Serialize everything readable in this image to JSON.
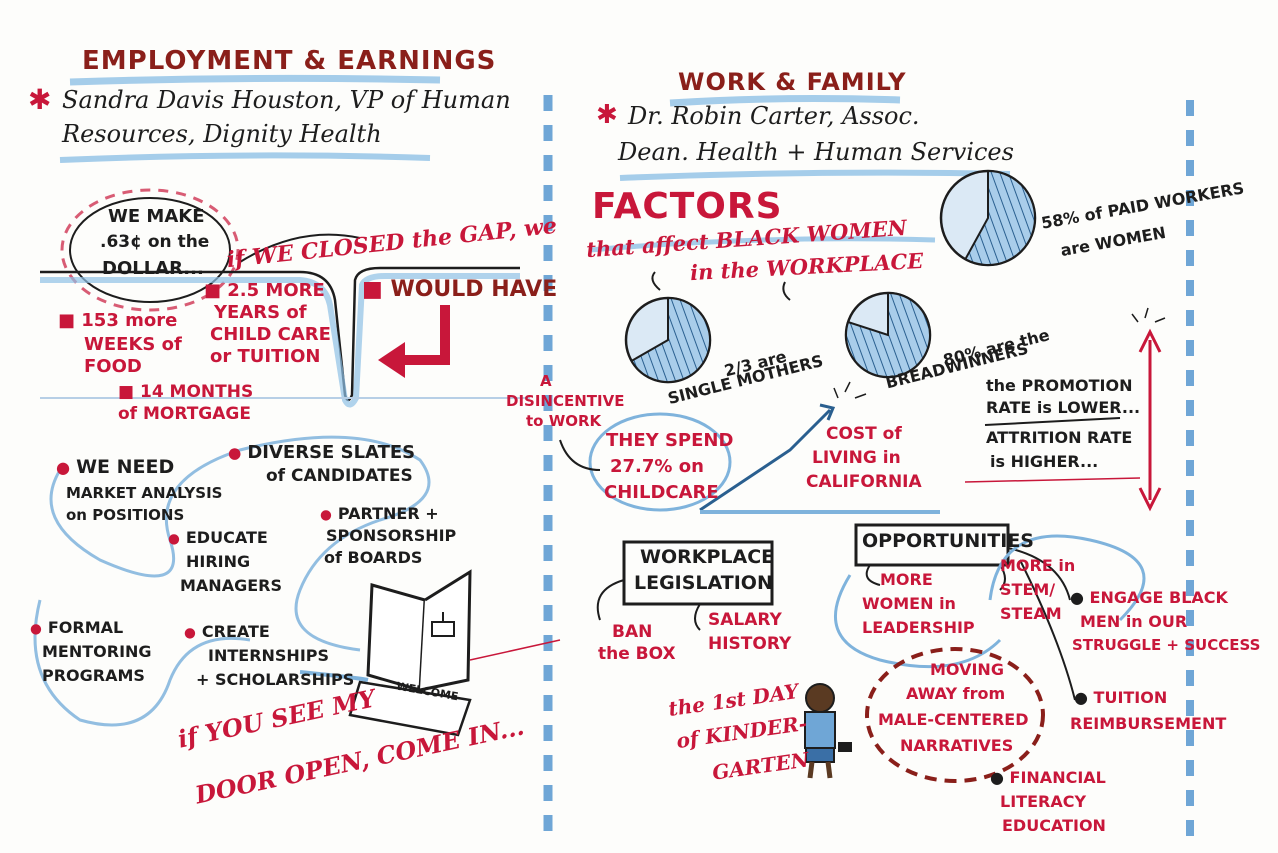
{
  "left": {
    "title": "EMPLOYMENT & EARNINGS",
    "speaker_line1": "Sandra Davis Houston, VP of Human",
    "speaker_line2": "Resources, Dignity Health",
    "bubble": [
      "WE MAKE",
      ".63¢ on the",
      "DOLLAR..."
    ],
    "gap_text": "if WE CLOSED the GAP, we",
    "would_have": "WOULD HAVE",
    "stat1": [
      "153 more",
      "WEEKS of",
      "FOOD"
    ],
    "stat2": [
      "2.5 MORE",
      "YEARS of",
      "CHILD CARE",
      "or TUITION"
    ],
    "stat3": [
      "14 MONTHS",
      "of MORTGAGE"
    ],
    "need": {
      "we_need": "WE NEED",
      "market": [
        "MARKET ANALYSIS",
        "on POSITIONS"
      ],
      "diverse": [
        "DIVERSE SLATES",
        "of CANDIDATES"
      ],
      "educate": [
        "EDUCATE",
        "HIRING",
        "MANAGERS"
      ],
      "partner": [
        "PARTNER +",
        "SPONSORSHIP",
        "of BOARDS"
      ],
      "mentoring": [
        "FORMAL",
        "MENTORING",
        "PROGRAMS"
      ],
      "intern": [
        "CREATE",
        "INTERNSHIPS",
        "+ SCHOLARSHIPS"
      ]
    },
    "welcome": "WELCOME",
    "door_quote": [
      "if YOU SEE MY",
      "DOOR OPEN, COME IN..."
    ]
  },
  "right": {
    "title": "WORK & FAMILY",
    "speaker_line1": "Dr. Robin Carter, Assoc.",
    "speaker_line2": "Dean. Health + Human Services",
    "factors": "FACTORS",
    "factors_sub1": "that affect BLACK WOMEN",
    "factors_sub2": "in the WORKPLACE",
    "paid_workers": [
      "58% of PAID WORKERS",
      "are WOMEN"
    ],
    "single_mothers": [
      "2/3 are",
      "SINGLE MOTHERS"
    ],
    "breadwinners": [
      "80% are the",
      "BREADWINNERS"
    ],
    "disincentive": [
      "A",
      "DISINCENTIVE",
      "to WORK"
    ],
    "childcare": [
      "THEY SPEND",
      "27.7% on",
      "CHILDCARE"
    ],
    "cost": [
      "COST of",
      "LIVING in",
      "CALIFORNIA"
    ],
    "promotion": [
      "the PROMOTION",
      "RATE is LOWER...",
      "ATTRITION RATE",
      "is HIGHER..."
    ],
    "legislation": [
      "WORKPLACE",
      "LEGISLATION"
    ],
    "ban": [
      "BAN",
      "the BOX"
    ],
    "salary": [
      "SALARY",
      "HISTORY"
    ],
    "opportunities": "OPPORTUNITIES",
    "more_women": [
      "MORE",
      "WOMEN in",
      "LEADERSHIP"
    ],
    "stem": [
      "MORE in",
      "STEM/",
      "STEAM"
    ],
    "engage": [
      "ENGAGE BLACK",
      "MEN in OUR",
      "STRUGGLE + SUCCESS"
    ],
    "moving": [
      "MOVING",
      "AWAY from",
      "MALE-CENTERED",
      "NARRATIVES"
    ],
    "tuition": [
      "TUITION",
      "REIMBURSEMENT"
    ],
    "kinder": [
      "the 1st DAY",
      "of KINDER-",
      "GARTEN"
    ],
    "financial": [
      "FINANCIAL",
      "LITERACY",
      "EDUCATION"
    ]
  },
  "colors": {
    "red": "#c8173a",
    "maroon": "#8a1f1a",
    "blue": "#7fb3dc",
    "ink": "#1d1d1d"
  },
  "pies": [
    {
      "label": "single-mothers",
      "fraction": 0.667
    },
    {
      "label": "breadwinners",
      "fraction": 0.8
    },
    {
      "label": "paid-workers",
      "fraction": 0.58
    }
  ]
}
